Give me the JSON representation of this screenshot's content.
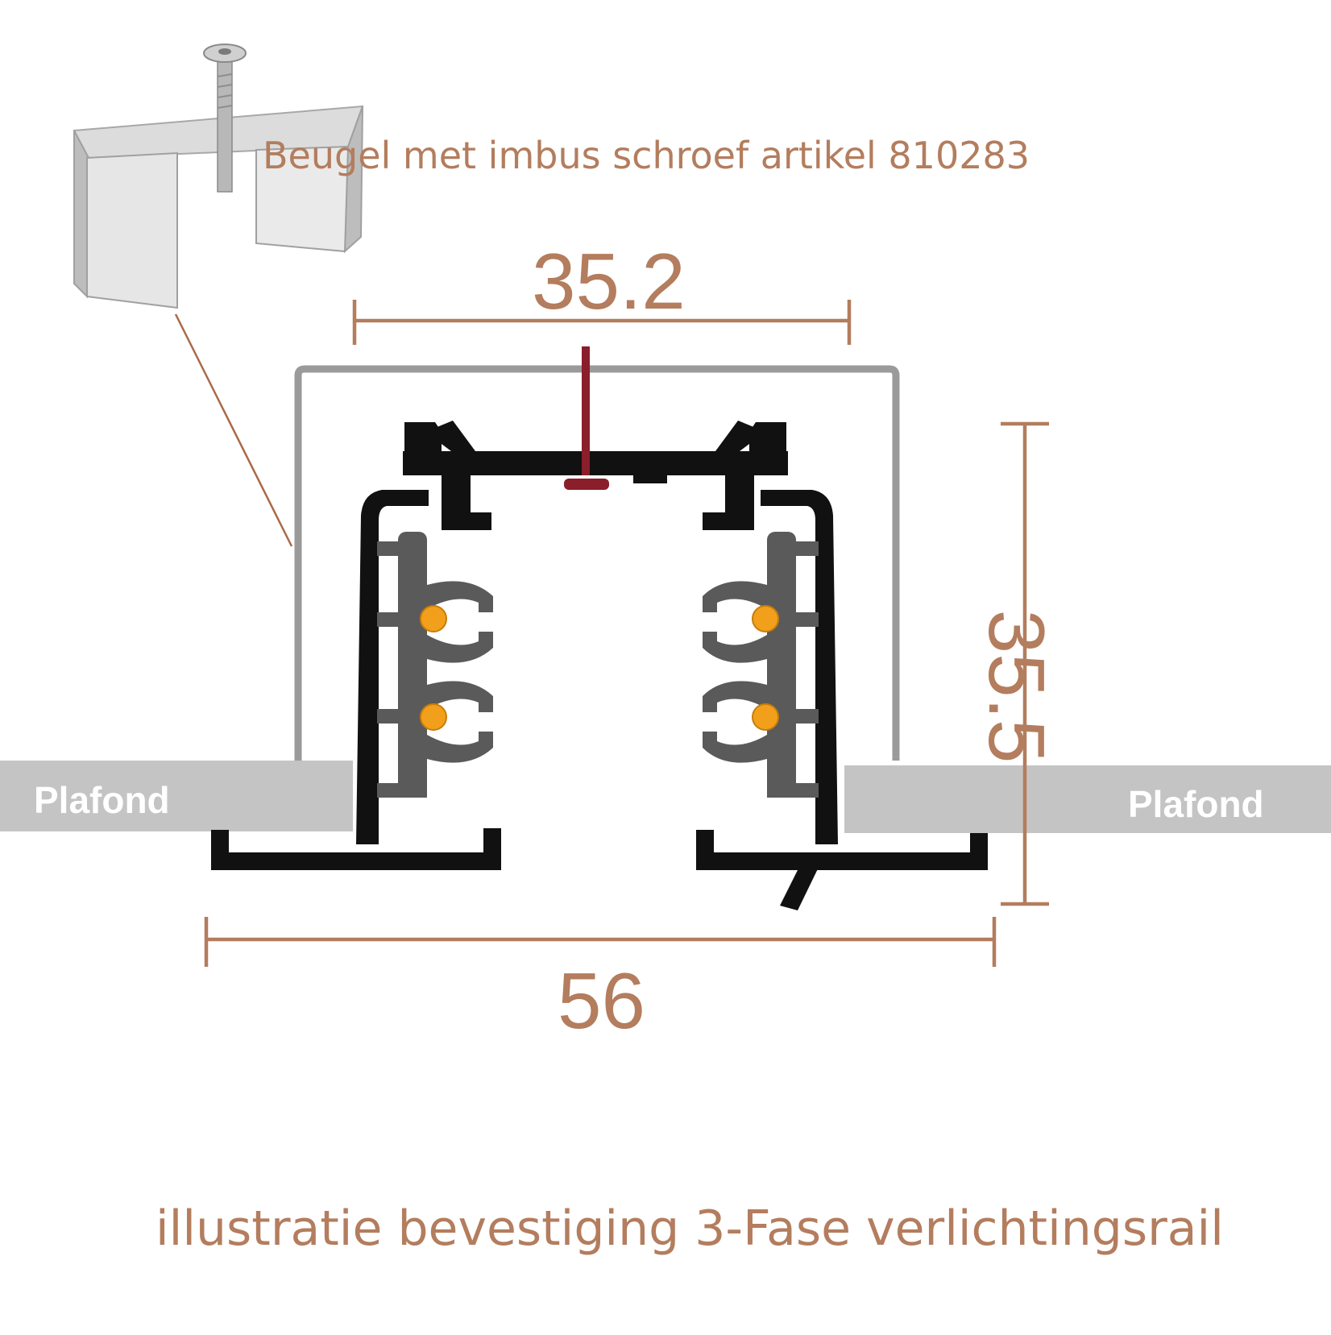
{
  "bracket": {
    "caption": "Beugel met imbus schroef artikel 810283"
  },
  "dimensions": {
    "top_width": "35.2",
    "bottom_width": "56",
    "height": "35.5"
  },
  "ceiling": {
    "left_label": "Plafond",
    "right_label": "Plafond"
  },
  "footer": {
    "caption": "illustratie bevestiging 3-Fase verlichtingsrail"
  },
  "colors": {
    "annotation": "#b37d5e",
    "rail": "#111111",
    "bracket_outline": "#9a9a9a",
    "ceiling": "#c4c4c4",
    "contact_inserts": "#5a5a5a",
    "conductors": "#f2a01c",
    "screw": "#8a1e2a"
  }
}
